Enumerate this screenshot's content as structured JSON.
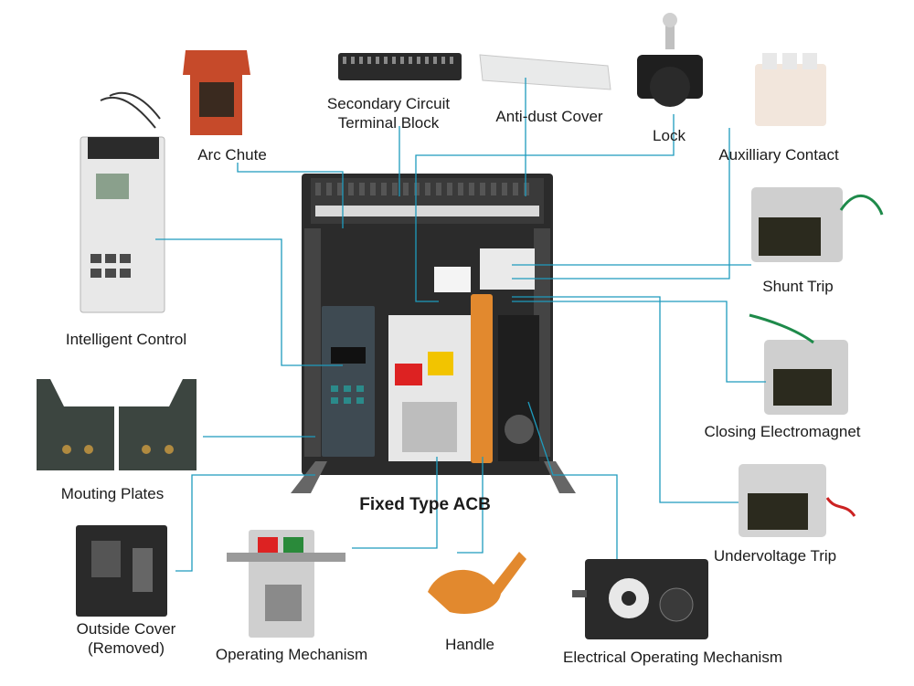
{
  "main": {
    "title": "Fixed Type ACB"
  },
  "components": {
    "secondary_circuit_terminal_block": "Secondary Circuit\nTerminal Block",
    "arc_chute": "Arc Chute",
    "anti_dust_cover": "Anti-dust Cover",
    "lock": "Lock",
    "auxiliary_contact": "Auxilliary Contact",
    "intelligent_control": "Intelligent Control",
    "shunt_trip": "Shunt Trip",
    "closing_electromagnet": "Closing Electromagnet",
    "mounting_plates": "Mouting Plates",
    "undervoltage_trip": "Undervoltage Trip",
    "outside_cover": "Outside Cover\n(Removed)",
    "operating_mechanism": "Operating Mechanism",
    "handle": "Handle",
    "electrical_operating_mechanism": "Electrical Operating Mechanism"
  },
  "colors": {
    "leader_line": "#1e9bbd",
    "breaker_body": "#2b2b2b",
    "handle_orange": "#e2892e",
    "arc_chute_red": "#c64a2a"
  }
}
